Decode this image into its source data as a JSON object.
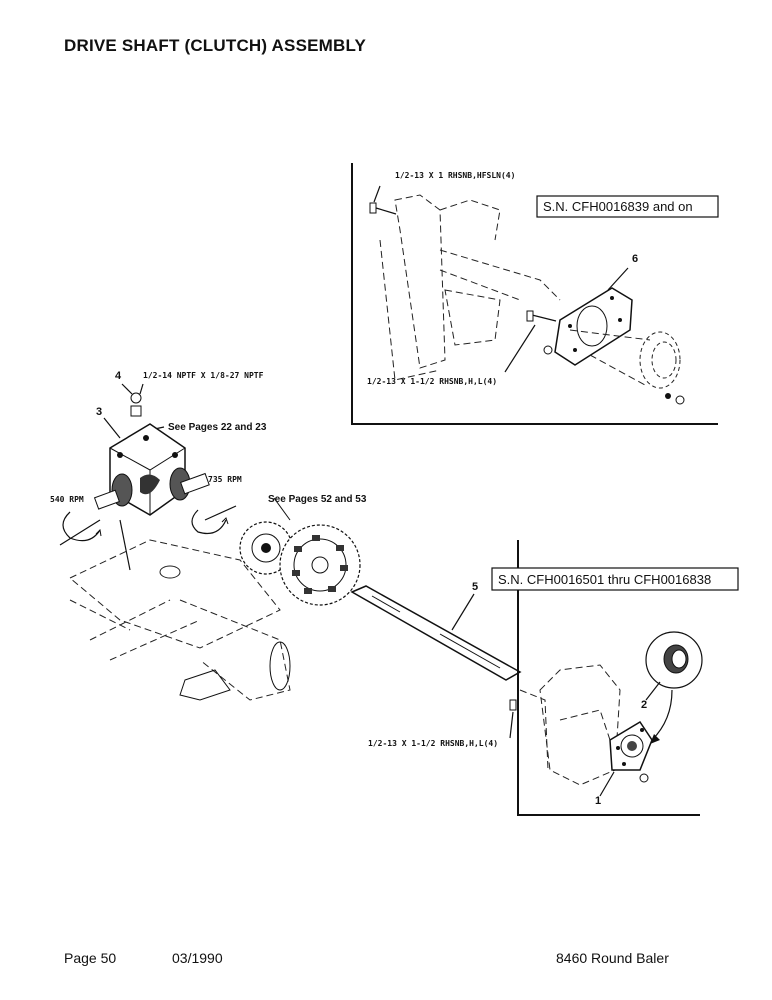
{
  "title": "DRIVE SHAFT (CLUTCH) ASSEMBLY",
  "footer": {
    "page": "Page 50",
    "date": "03/1990",
    "model": "8460 Round Baler"
  },
  "callouts": {
    "bolt_top": "1/2-13 X 1 RHSNB,HFSLN(4)",
    "sn_upper": "S.N. CFH0016839 and on",
    "bolt_mid": "1/2-13 X 1-1/2 RHSNB,H,L(4)",
    "fitting": "1/2-14 NPTF X 1/8-27 NPTF",
    "see_22_23": "See Pages 22 and 23",
    "rpm_735": "735 RPM",
    "rpm_540": "540 RPM",
    "see_52_53": "See Pages 52 and 53",
    "sn_lower": "S.N. CFH0016501 thru CFH0016838",
    "bolt_low": "1/2-13 X 1-1/2 RHSNB,H,L(4)"
  },
  "item_numbers": {
    "n1": "1",
    "n2": "2",
    "n3": "3",
    "n4": "4",
    "n5": "5",
    "n6": "6"
  }
}
